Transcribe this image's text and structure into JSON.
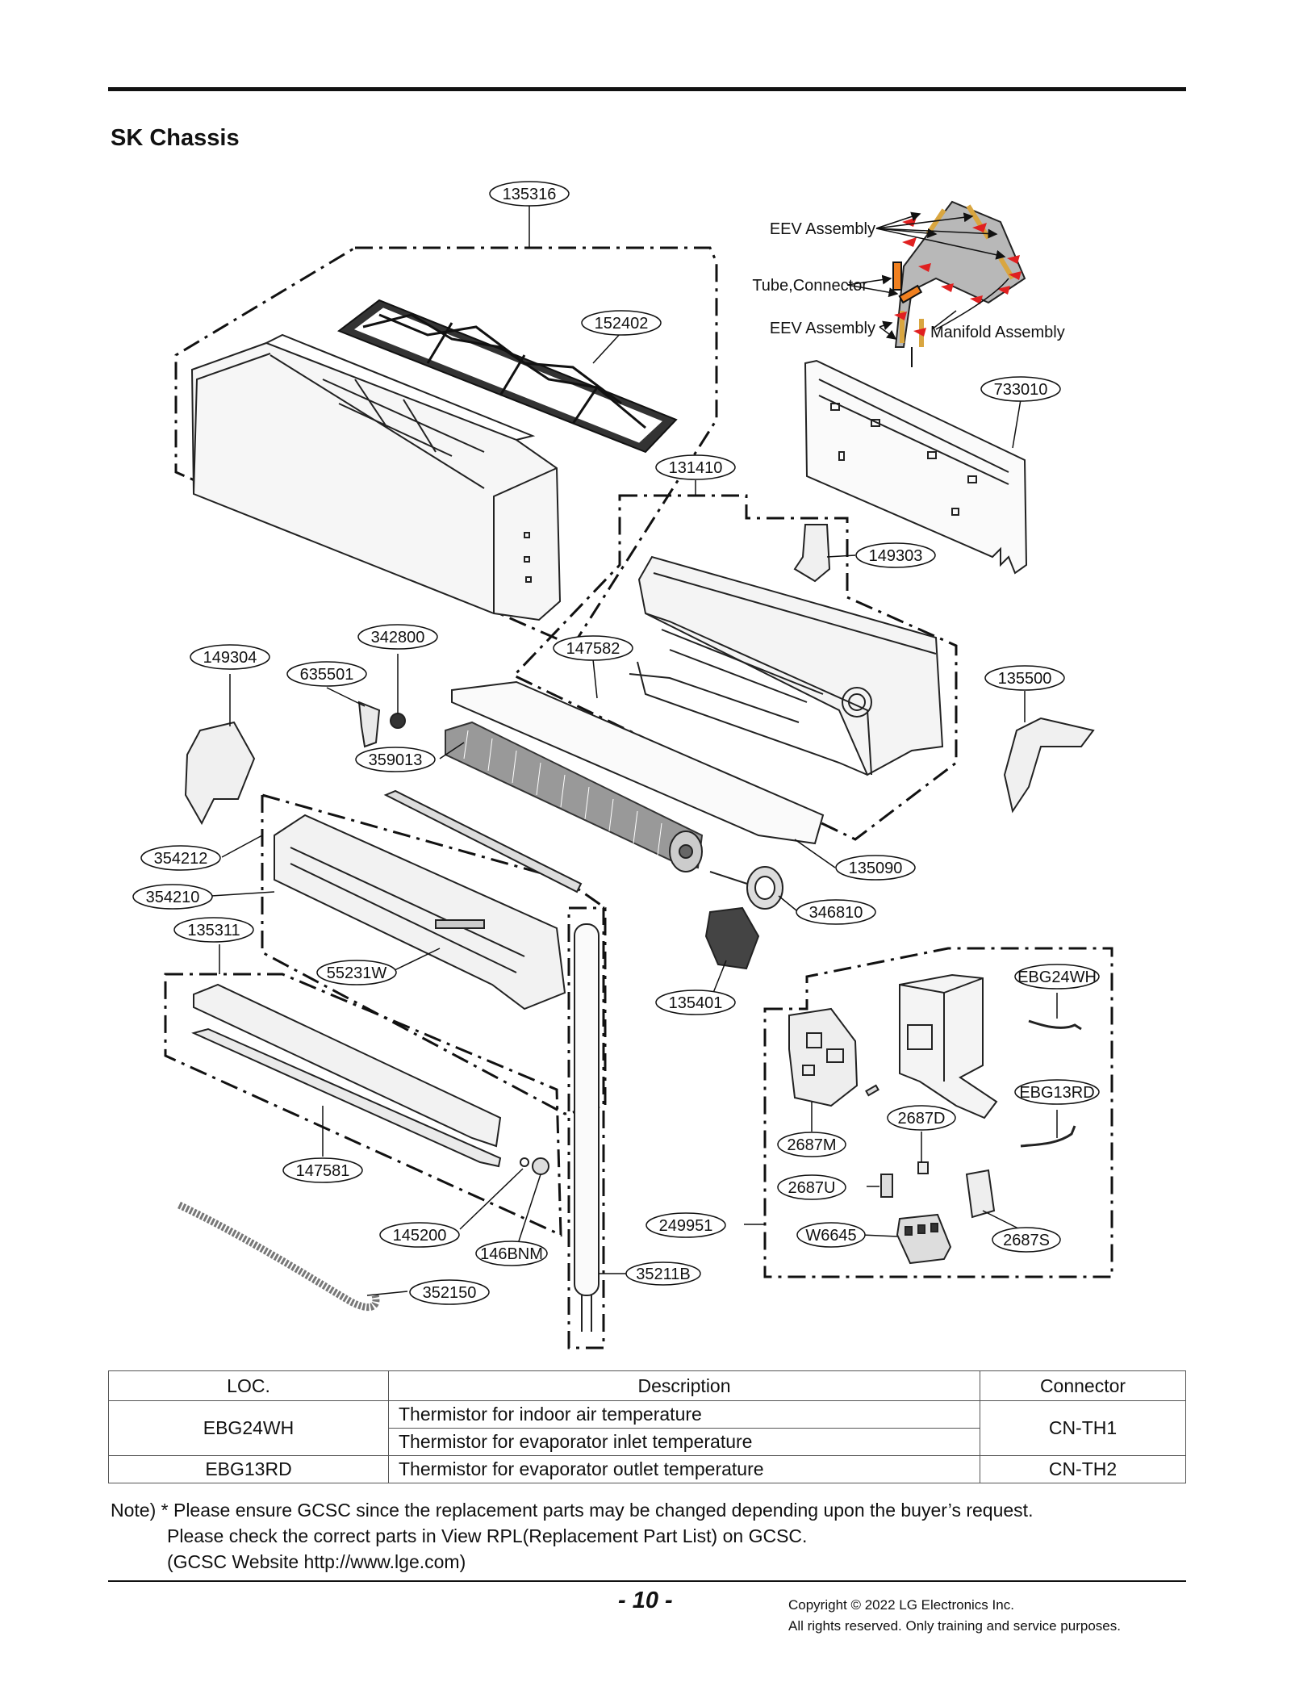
{
  "section_title": "SK Chassis",
  "callouts": [
    {
      "id": "c135316",
      "label": "135316"
    },
    {
      "id": "c152402",
      "label": "152402"
    },
    {
      "id": "c733010",
      "label": "733010"
    },
    {
      "id": "c131410",
      "label": "131410"
    },
    {
      "id": "c149303",
      "label": "149303"
    },
    {
      "id": "c342800",
      "label": "342800"
    },
    {
      "id": "c149304",
      "label": "149304"
    },
    {
      "id": "c635501",
      "label": "635501"
    },
    {
      "id": "c147582",
      "label": "147582"
    },
    {
      "id": "c135500",
      "label": "135500"
    },
    {
      "id": "c359013",
      "label": "359013"
    },
    {
      "id": "c354212",
      "label": "354212"
    },
    {
      "id": "c135090",
      "label": "135090"
    },
    {
      "id": "c354210",
      "label": "354210"
    },
    {
      "id": "c346810",
      "label": "346810"
    },
    {
      "id": "c135311",
      "label": "135311"
    },
    {
      "id": "c55231W",
      "label": "55231W"
    },
    {
      "id": "cEBG24WH",
      "label": "EBG24WH"
    },
    {
      "id": "c135401",
      "label": "135401"
    },
    {
      "id": "cEBG13RD",
      "label": "EBG13RD"
    },
    {
      "id": "c2687D",
      "label": "2687D"
    },
    {
      "id": "c2687M",
      "label": "2687M"
    },
    {
      "id": "c147581",
      "label": "147581"
    },
    {
      "id": "c2687U",
      "label": "2687U"
    },
    {
      "id": "c145200",
      "label": "145200"
    },
    {
      "id": "c249951",
      "label": "249951"
    },
    {
      "id": "cW6645",
      "label": "W6645"
    },
    {
      "id": "c2687S",
      "label": "2687S"
    },
    {
      "id": "c146BNM",
      "label": "146BNM"
    },
    {
      "id": "c35211B",
      "label": "35211B"
    },
    {
      "id": "c352150",
      "label": "352150"
    }
  ],
  "text_labels": {
    "eev_assembly_top": "EEV Assembly",
    "tube_connector": "Tube,Connector",
    "eev_assembly_bottom": "EEV Assembly",
    "manifold_assembly": "Manifold Assembly"
  },
  "table": {
    "headers": [
      "LOC.",
      "Description",
      "Connector"
    ],
    "rows": [
      {
        "loc": "EBG24WH",
        "descriptions": [
          "Thermistor for indoor air temperature",
          "Thermistor for evaporator inlet temperature"
        ],
        "connector": "CN-TH1"
      },
      {
        "loc": "EBG13RD",
        "descriptions": [
          "Thermistor for evaporator outlet temperature"
        ],
        "connector": "CN-TH2"
      }
    ]
  },
  "note": {
    "line1": "Note) * Please ensure GCSC since the replacement parts may be changed depending upon the buyer’s request.",
    "line2": "Please check the correct parts in View RPL(Replacement Part List) on GCSC.",
    "line3": "(GCSC Website http://www.lge.com)"
  },
  "footer": {
    "page_number": "- 10 -",
    "copyright_line1": "Copyright © 2022 LG Electronics Inc.",
    "copyright_line2": "All rights reserved. Only training and service purposes."
  },
  "colors": {
    "ink": "#111111",
    "arrow_red": "#e02020",
    "pipe_gold": "#d9a640",
    "manifold_gray": "#b8b8b8",
    "highlight_orange": "#f08020"
  }
}
